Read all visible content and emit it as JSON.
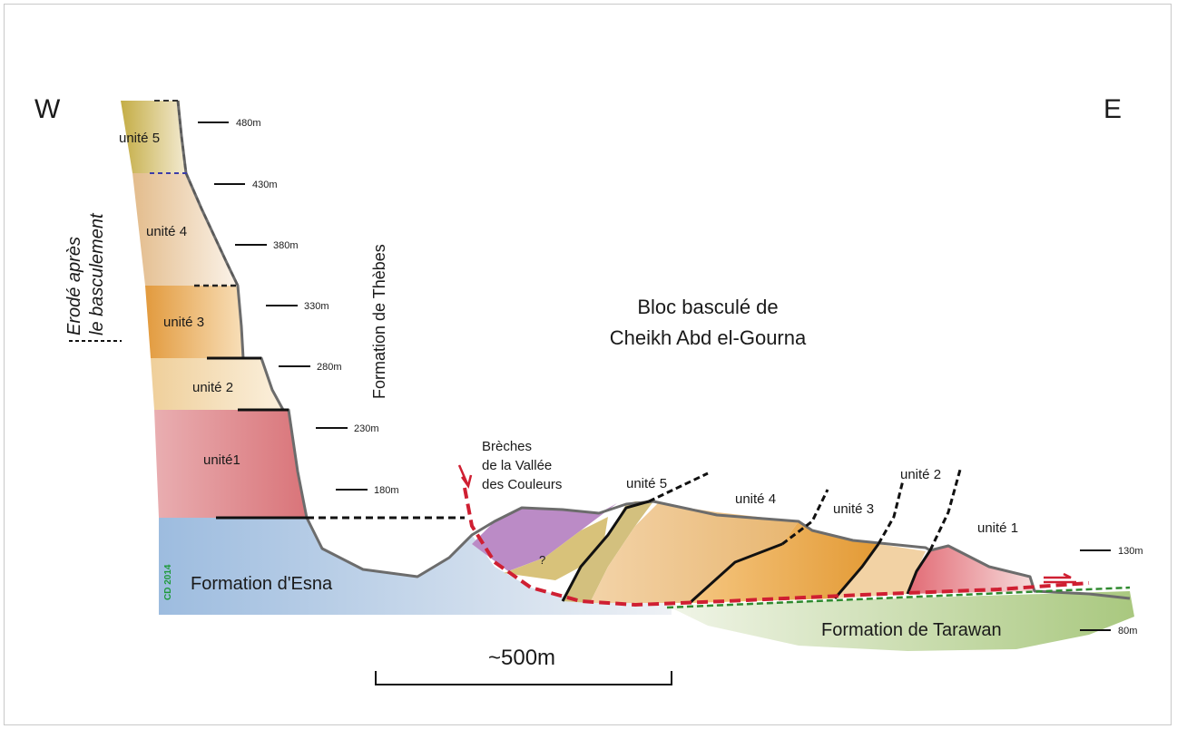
{
  "directions": {
    "west": "W",
    "east": "E"
  },
  "eroded_label": {
    "line1": "Erodé après",
    "line2": "le basculement"
  },
  "formation_thebes": "Formation de Thèbes",
  "bloc_title": {
    "line1": "Bloc basculé de",
    "line2": "Cheikh Abd el-Gourna"
  },
  "breches": {
    "line1": "Brèches",
    "line2": "de la Vallée",
    "line3": "des Couleurs"
  },
  "formation_esna": "Formation d'Esna",
  "formation_tarawan": "Formation de Tarawan",
  "credit": "CD 2014",
  "question_mark": "?",
  "scale_label": "~500m",
  "west_units": [
    "unité 5",
    "unité 4",
    "unité 3",
    "unité 2",
    "unité1"
  ],
  "east_units": [
    "unité 5",
    "unité 4",
    "unité 3",
    "unité 2",
    "unité 1"
  ],
  "elevations_west": [
    "480m",
    "430m",
    "380m",
    "330m",
    "280m",
    "230m",
    "180m"
  ],
  "elevations_east": [
    "130m",
    "80m"
  ],
  "colors": {
    "unit5": "#c9b75a",
    "unit4": "#e8cfae",
    "unit3": "#e3aa55",
    "unit2": "#f1d6a4",
    "unit1": "#dc8c8c",
    "esna": "#a9c3de",
    "tarawan": "#b5d08f",
    "breche": "#b889c2",
    "fault": "#cf1f32",
    "profile": "#6e6e6e"
  }
}
